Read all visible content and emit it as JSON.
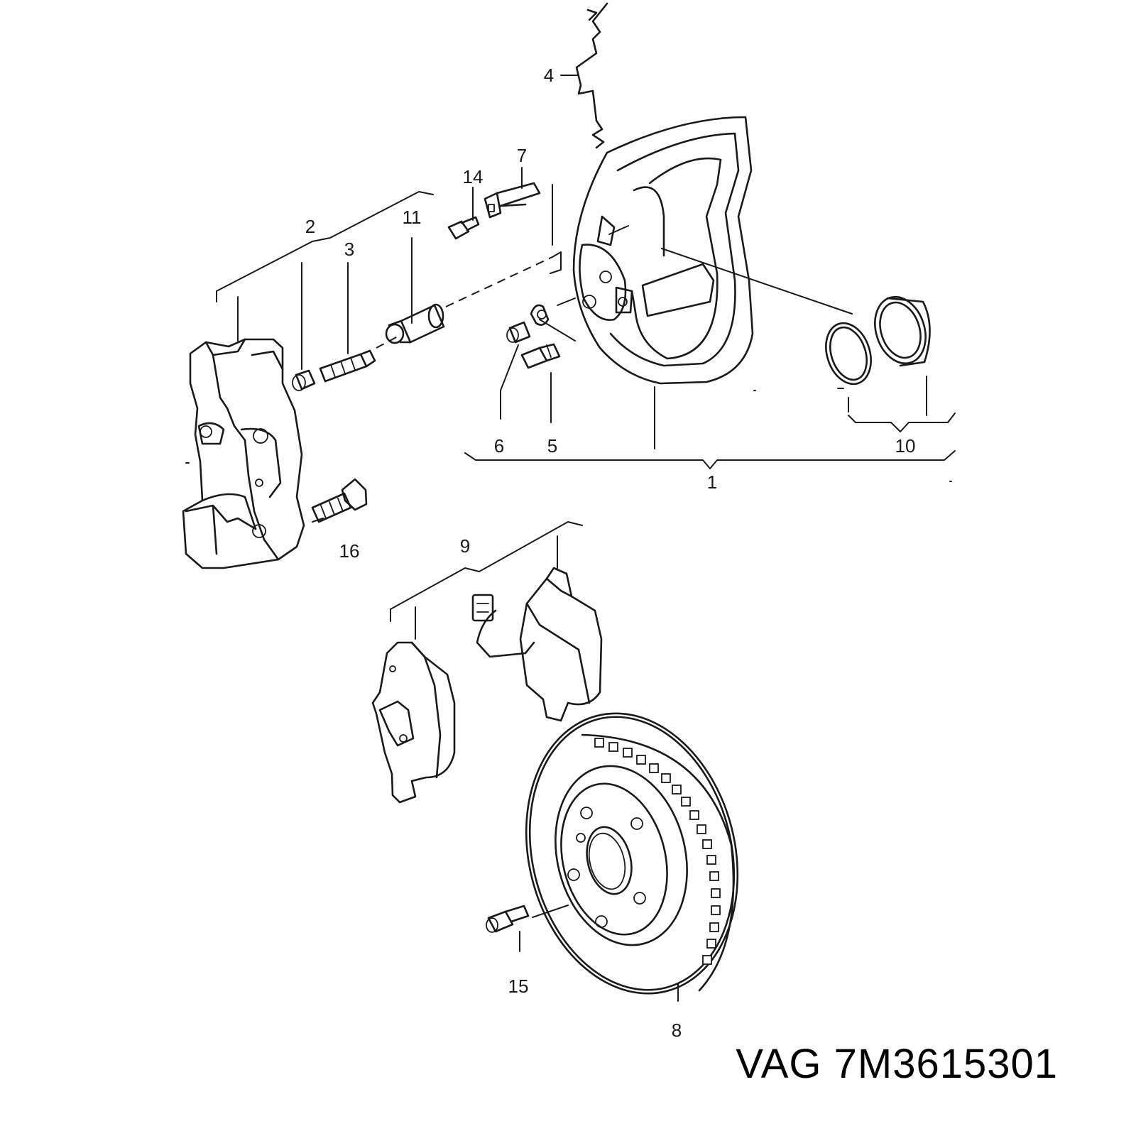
{
  "callouts": {
    "c1": "1",
    "c2": "2",
    "c3": "3",
    "c4": "4",
    "c5": "5",
    "c6": "6",
    "c7": "7",
    "c8": "8",
    "c9": "9",
    "c10": "10",
    "c11": "11",
    "c14": "14",
    "c15": "15",
    "c16": "16"
  },
  "caption": {
    "brand": "VAG",
    "part_number": "7M3615301"
  }
}
